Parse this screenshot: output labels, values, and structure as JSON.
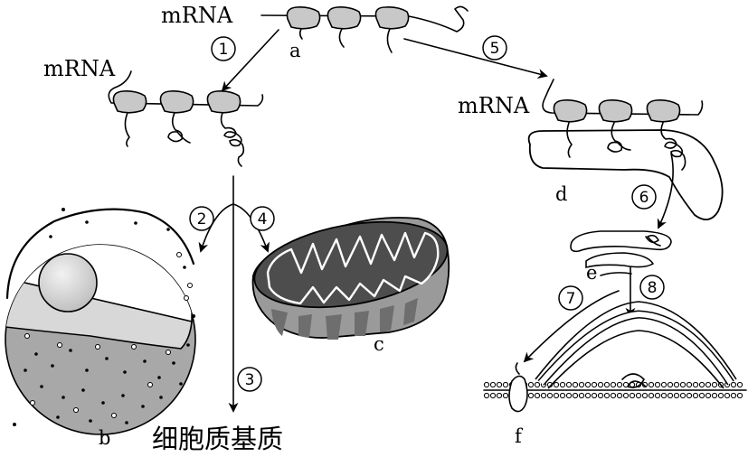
{
  "labels": {
    "mrna": "mRNA",
    "a": "a",
    "b": "b",
    "c": "c",
    "d": "d",
    "e": "e",
    "f": "f",
    "cytoplasm_matrix": "细胞质基质"
  },
  "steps": [
    "1",
    "2",
    "3",
    "4",
    "5",
    "6",
    "7",
    "8"
  ],
  "colors": {
    "ribosome_fill": "#c8c8c8",
    "nucleus_shell": "#a8a8a8",
    "nucleoplasm": "#d8d8d8",
    "nucleolus": "#c4c4c4",
    "mito_outer": "#9a9a9a",
    "mito_inner": "#4d4d4d",
    "mito_crista": "#6e6e6e"
  }
}
